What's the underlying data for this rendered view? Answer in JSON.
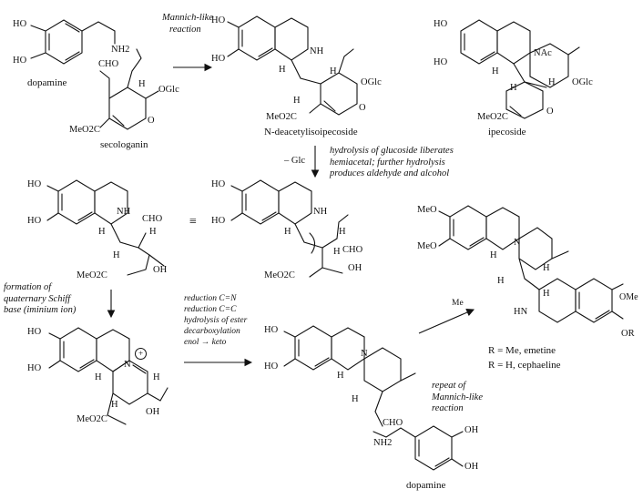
{
  "labels": {
    "dopamine_top": "dopamine",
    "secologanin": "secologanin",
    "deacetyl": "N-deacetylisoipecoside",
    "ipecoside": "ipecoside",
    "dopamine_bottom": "dopamine",
    "emetine": "R = Me,  emetine",
    "cephaeline": "R = H,  cephaeline"
  },
  "notes": {
    "mannich": [
      "Mannich-like",
      "reaction"
    ],
    "hydrolysis": [
      "hydrolysis of glucoside liberates",
      "hemiacetal; further hydrolysis",
      "produces aldehyde and alcohol"
    ],
    "minus_glc": "– Glc",
    "schiff": [
      "formation of",
      "quaternary Schiff",
      "base (iminium ion)"
    ],
    "reductions": [
      "reduction C=N",
      "reduction C=C",
      "hydrolysis of ester",
      "decarboxylation",
      "enol → keto"
    ],
    "repeat": [
      "repeat of",
      "Mannich-like",
      "reaction"
    ],
    "me": "Me",
    "equiv": "≡"
  },
  "atoms": {
    "ho": "HO",
    "oh": "OH",
    "nh2": "NH2",
    "nh": "NH",
    "n": "N",
    "nac": "NAc",
    "h": "H",
    "cho": "CHO",
    "oglc": "OGlc",
    "o": "O",
    "meo2c": "MeO2C",
    "meo": "MeO",
    "ome": "OMe",
    "or": "OR",
    "hn": "HN",
    "plus": "+"
  }
}
